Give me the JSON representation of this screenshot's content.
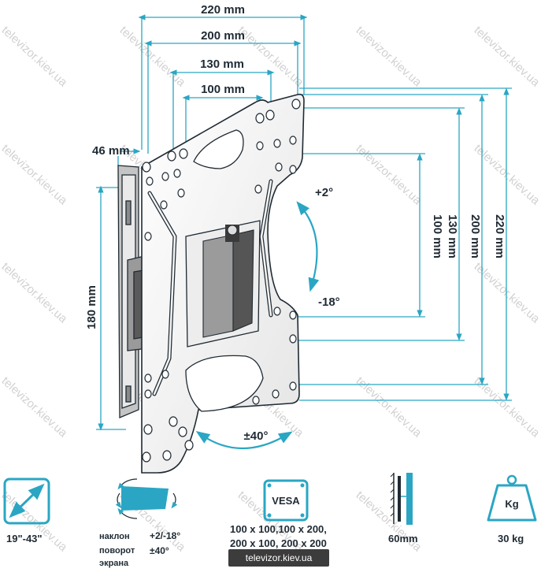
{
  "dimensions": {
    "width_220": "220 mm",
    "width_200": "200 mm",
    "width_130": "130 mm",
    "width_100": "100 mm",
    "depth_46": "46 mm",
    "height_180": "180 mm",
    "height_100": "100 mm",
    "height_130": "130 mm",
    "height_200": "200 mm",
    "height_220": "220 mm"
  },
  "angles": {
    "tilt_up": "+2°",
    "tilt_down": "-18°",
    "swivel": "±40°"
  },
  "specs": {
    "screen_size": "19\"-43\"",
    "tilt_label": "наклон",
    "tilt_value": "+2/-18°",
    "rotate_label_1": "поворот",
    "rotate_label_2": "экрана",
    "rotate_value": "±40°",
    "vesa_badge": "VESA",
    "vesa_line_1": "100 x 100,100 x 200,",
    "vesa_line_2": "200 x 100, 200 x 200",
    "depth": "60mm",
    "weight_badge": "Kg",
    "weight": "30 kg"
  },
  "watermark": "televizor.kiev.ua",
  "site_badge": "televizor.kiev.ua",
  "colors": {
    "accent": "#2aa6c4",
    "line": "#1f2a33",
    "plate_light": "#f0f0f0",
    "plate_dark": "#6f6f6f"
  },
  "icons": [
    "screen-size-icon",
    "tilt-swivel-icon",
    "vesa-icon",
    "wall-depth-icon",
    "weight-icon"
  ]
}
